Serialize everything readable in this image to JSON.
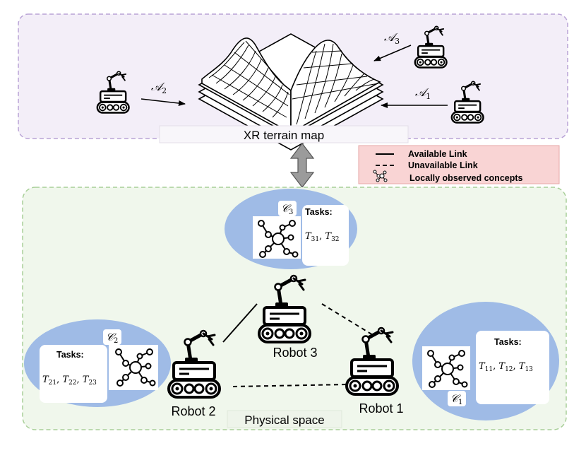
{
  "xr_space": {
    "map_label": "XR terrain map",
    "actions": {
      "a1": {
        "base": "𝒜",
        "sub": "1"
      },
      "a2": {
        "base": "𝒜",
        "sub": "2"
      },
      "a3": {
        "base": "𝒜",
        "sub": "3"
      }
    }
  },
  "legend": {
    "available": "Available Link",
    "unavailable": "Unavailable Link",
    "concepts": "Locally observed concepts"
  },
  "physical": {
    "space_label": "Physical space",
    "robot1": "Robot 1",
    "robot2": "Robot 2",
    "robot3": "Robot 3",
    "c1": {
      "base": "𝒞",
      "sub": "1"
    },
    "c2": {
      "base": "𝒞",
      "sub": "2"
    },
    "c3": {
      "base": "𝒞",
      "sub": "3"
    },
    "tasks_header": "Tasks:",
    "tasks1": [
      {
        "b": "T",
        "s": "11"
      },
      {
        "b": "T",
        "s": "12"
      },
      {
        "b": "T",
        "s": "13"
      }
    ],
    "tasks2": [
      {
        "b": "T",
        "s": "21"
      },
      {
        "b": "T",
        "s": "22"
      },
      {
        "b": "T",
        "s": "23"
      }
    ],
    "tasks3": [
      {
        "b": "T",
        "s": "31"
      },
      {
        "b": "T",
        "s": "32"
      }
    ]
  },
  "colors": {
    "xr_border": "#b9a3d6",
    "xr_fill": "#f3eef8",
    "phys_border": "#a8cf98",
    "phys_fill": "#f0f7ec",
    "ellipse": "#9fbbe6",
    "legend_fill": "#f9d4d4",
    "legend_border": "#e6a7a7"
  }
}
